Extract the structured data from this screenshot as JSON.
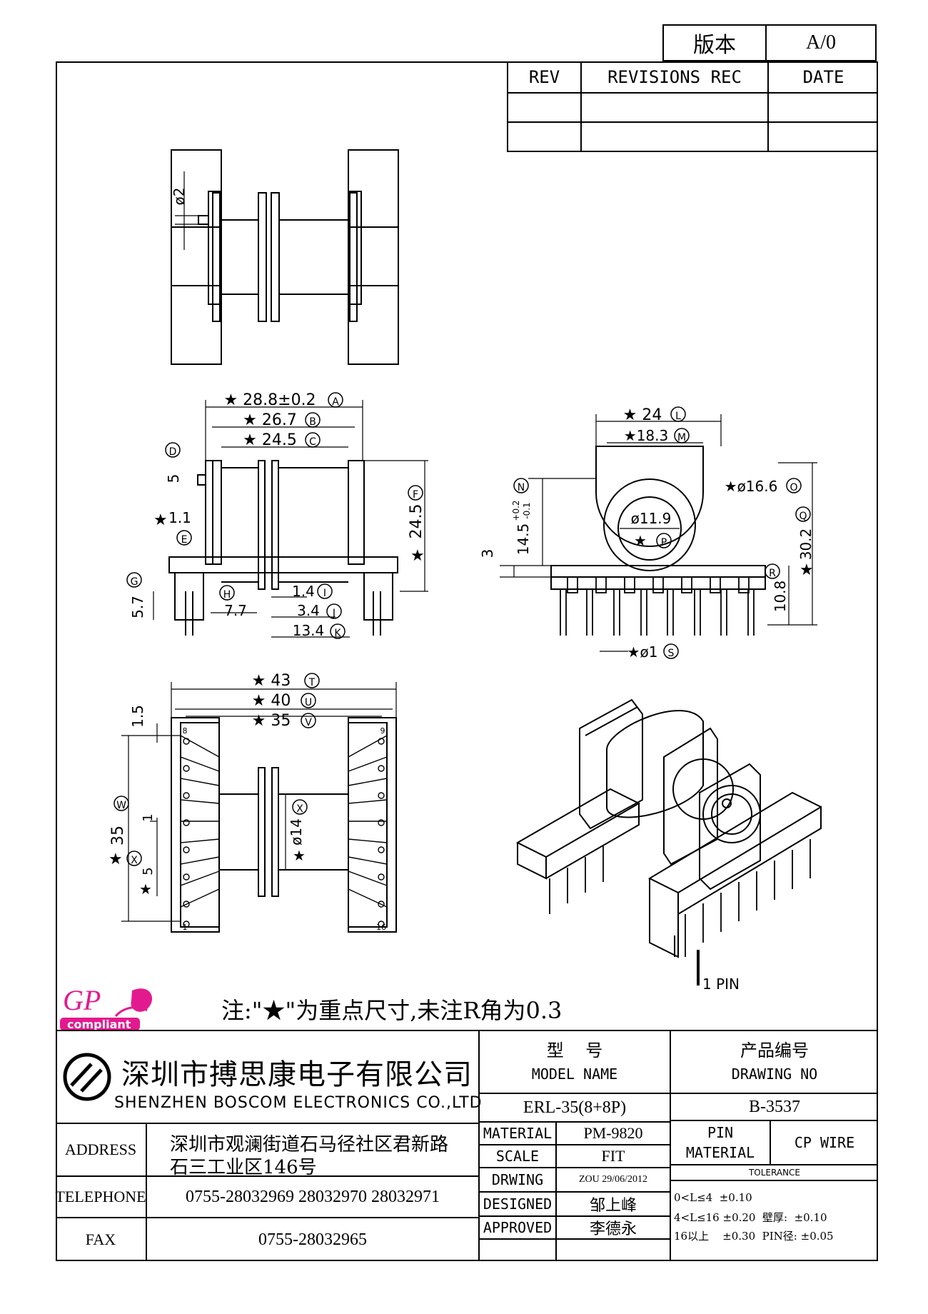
{
  "header": {
    "version_label": "版本",
    "version_value": "A/0",
    "rev_label": "REV",
    "revisions_label": "REVISIONS REC",
    "date_label": "DATE"
  },
  "drawing": {
    "dims": {
      "A": "★ 28.8±0.2",
      "B": "★ 26.7",
      "C": "★ 24.5",
      "D_val": "5",
      "E_val": "1.1",
      "F_val": "24.5",
      "G_val": "5.7",
      "H_val": "7.7",
      "I_val": "1.4",
      "J_val": "3.4",
      "K_val": "13.4",
      "L": "★ 24",
      "M": "★18.3",
      "N_val": "14.5",
      "N_tol_plus": "+0.2",
      "N_tol_minus": "-0.1",
      "O": "★ø16.6",
      "P_val": "ø11.9",
      "Q_val": "30.2",
      "R_val": "10.8",
      "three": "3",
      "S": "★ø1",
      "T": "★ 43",
      "U": "★ 40",
      "V": "★ 35",
      "W_val": "35",
      "X_val": "1",
      "X_val2": "5",
      "Y_val": "ø14",
      "top_dim": "ø2",
      "pitch": "1.5"
    },
    "circled": [
      "A",
      "B",
      "C",
      "D",
      "E",
      "F",
      "G",
      "H",
      "I",
      "J",
      "K",
      "L",
      "M",
      "N",
      "O",
      "P",
      "Q",
      "R",
      "S",
      "T",
      "U",
      "V",
      "W",
      "X"
    ],
    "pin_labels": {
      "p8": "8",
      "p9": "9",
      "p1": "1",
      "p16": "16"
    },
    "pin1_label": "1 PIN"
  },
  "note": "注:\"★\"为重点尺寸,未注R角为0.3",
  "logo": {
    "gp": "GP",
    "compliant": "compliant"
  },
  "company": {
    "name_cn": "深圳市搏思康电子有限公司",
    "name_en": "SHENZHEN BOSCOM ELECTRONICS CO.,LTD",
    "address_label": "ADDRESS",
    "address_line1": "深圳市观澜街道石马径社区君新路",
    "address_line2": "石三工业区146号",
    "telephone_label": "TELEPHONE",
    "telephone": "0755-28032969 28032970 28032971",
    "fax_label": "FAX",
    "fax": "0755-28032965"
  },
  "title_block": {
    "model_cn": "型    号",
    "model_en": "MODEL NAME",
    "model_value": "ERL-35(8+8P)",
    "drawing_no_cn": "产品编号",
    "drawing_no_en": "DRAWING NO",
    "drawing_no_value": "B-3537",
    "material_label": "MATERIAL",
    "material_value": "PM-9820",
    "scale_label": "SCALE",
    "scale_value": "FIT",
    "drawing_label": "DRWING",
    "drawing_value": "ZOU 29/06/2012",
    "designed_label": "DESIGNED",
    "designed_value": "邹上峰",
    "approved_label": "APPROVED",
    "approved_value": "李德永",
    "pin_material_label_1": "PIN",
    "pin_material_label_2": "MATERIAL",
    "pin_material_value": "CP WIRE",
    "tolerance_label": "TOLERANCE",
    "tol_line1": "0<L≤4  ±0.10",
    "tol_line2": "4<L≤16 ±0.20  壁厚:  ±0.10",
    "tol_line3": "16以上    ±0.30  PIN径: ±0.05"
  }
}
